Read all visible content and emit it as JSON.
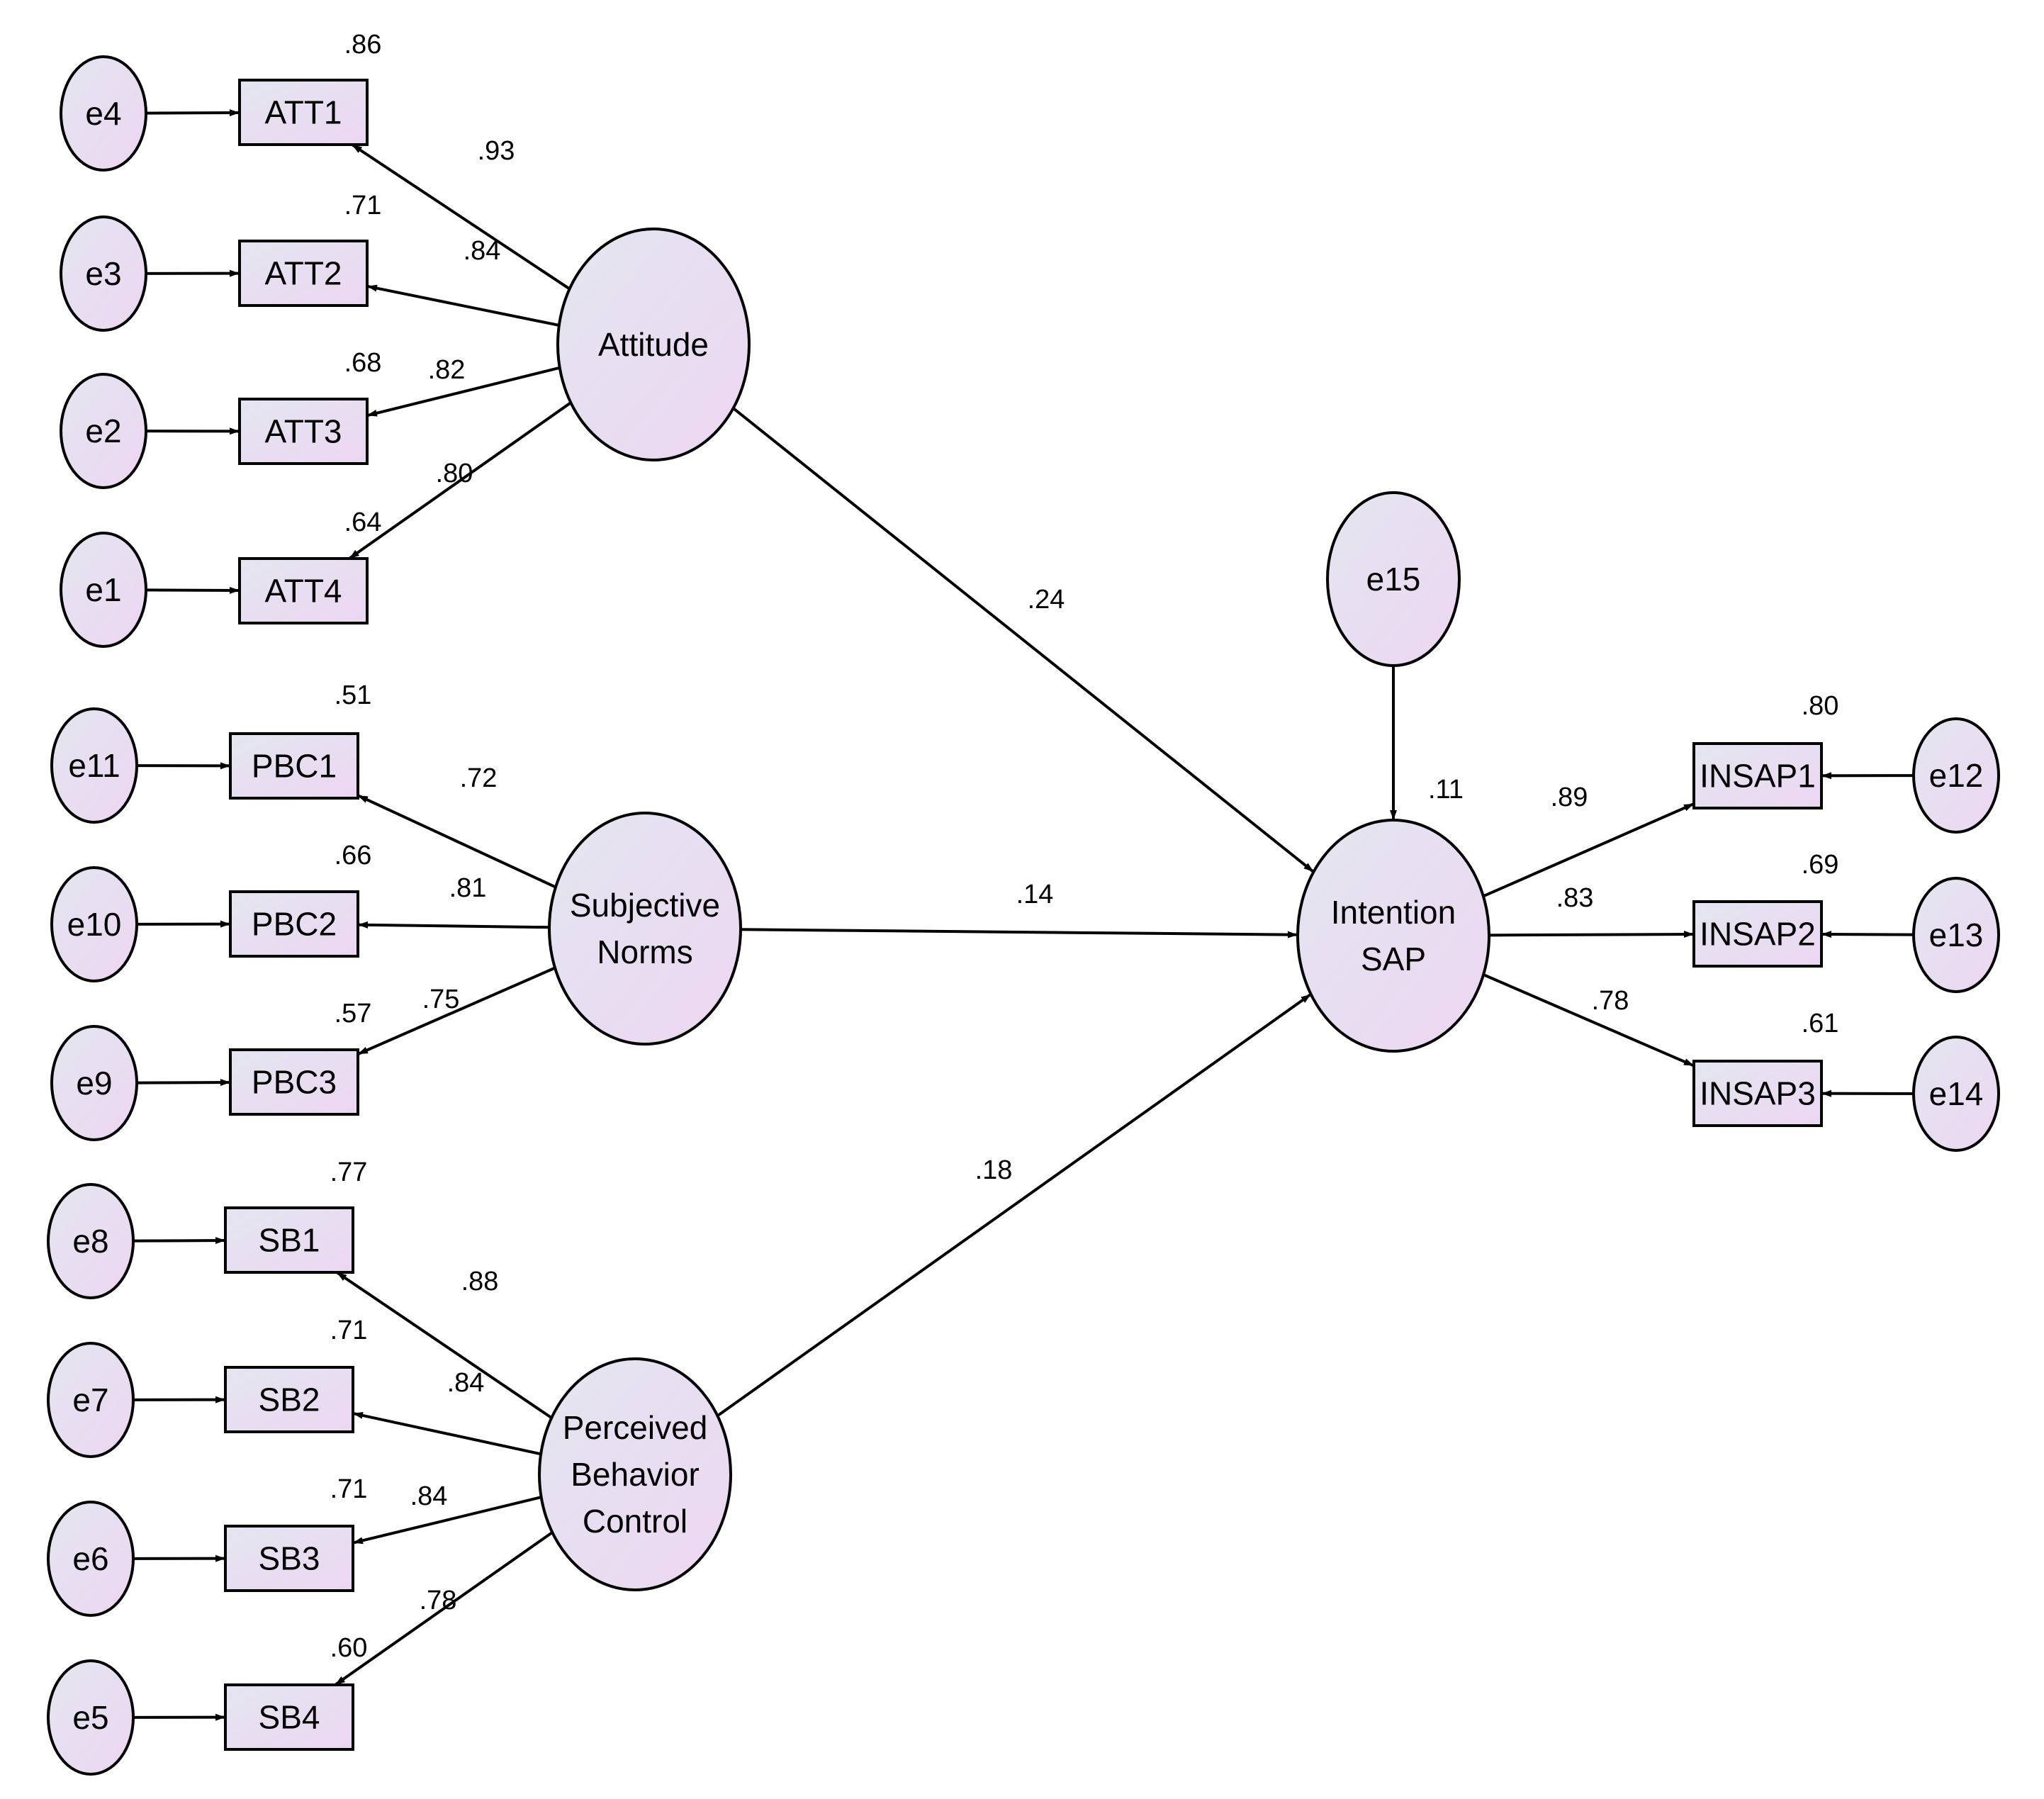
{
  "colors": {
    "fill_start": "#e3e6f0",
    "fill_end": "#edd6f2",
    "stroke": "#000000"
  },
  "latents": [
    {
      "id": "attitude",
      "lines": [
        "Attitude"
      ],
      "r2": ""
    },
    {
      "id": "subjective_norms",
      "lines": [
        "Subjective",
        "Norms"
      ],
      "r2": ""
    },
    {
      "id": "pbc",
      "lines": [
        "Perceived",
        "Behavior",
        "Control"
      ],
      "r2": ""
    },
    {
      "id": "intention_sap",
      "lines": [
        "Intention",
        "SAP"
      ],
      "r2": ".11"
    }
  ],
  "indicators": [
    {
      "id": "att1",
      "label": "ATT1",
      "r2": ".86"
    },
    {
      "id": "att2",
      "label": "ATT2",
      "r2": ".71"
    },
    {
      "id": "att3",
      "label": "ATT3",
      "r2": ".68"
    },
    {
      "id": "att4",
      "label": "ATT4",
      "r2": ".64"
    },
    {
      "id": "pbc1",
      "label": "PBC1",
      "r2": ".51"
    },
    {
      "id": "pbc2",
      "label": "PBC2",
      "r2": ".66"
    },
    {
      "id": "pbc3",
      "label": "PBC3",
      "r2": ".57"
    },
    {
      "id": "sb1",
      "label": "SB1",
      "r2": ".77"
    },
    {
      "id": "sb2",
      "label": "SB2",
      "r2": ".71"
    },
    {
      "id": "sb3",
      "label": "SB3",
      "r2": ".71"
    },
    {
      "id": "sb4",
      "label": "SB4",
      "r2": ".60"
    },
    {
      "id": "insap1",
      "label": "INSAP1",
      "r2": ".80"
    },
    {
      "id": "insap2",
      "label": "INSAP2",
      "r2": ".69"
    },
    {
      "id": "insap3",
      "label": "INSAP3",
      "r2": ".61"
    }
  ],
  "errors": [
    {
      "id": "e4",
      "label": "e4"
    },
    {
      "id": "e3",
      "label": "e3"
    },
    {
      "id": "e2",
      "label": "e2"
    },
    {
      "id": "e1",
      "label": "e1"
    },
    {
      "id": "e11",
      "label": "e11"
    },
    {
      "id": "e10",
      "label": "e10"
    },
    {
      "id": "e9",
      "label": "e9"
    },
    {
      "id": "e8",
      "label": "e8"
    },
    {
      "id": "e7",
      "label": "e7"
    },
    {
      "id": "e6",
      "label": "e6"
    },
    {
      "id": "e5",
      "label": "e5"
    },
    {
      "id": "e12",
      "label": "e12"
    },
    {
      "id": "e13",
      "label": "e13"
    },
    {
      "id": "e14",
      "label": "e14"
    },
    {
      "id": "e15",
      "label": "e15"
    }
  ],
  "paths": [
    {
      "from": "attitude",
      "to": "att1",
      "coef": ".93"
    },
    {
      "from": "attitude",
      "to": "att2",
      "coef": ".84"
    },
    {
      "from": "attitude",
      "to": "att3",
      "coef": ".82"
    },
    {
      "from": "attitude",
      "to": "att4",
      "coef": ".80"
    },
    {
      "from": "subjective_norms",
      "to": "pbc1",
      "coef": ".72"
    },
    {
      "from": "subjective_norms",
      "to": "pbc2",
      "coef": ".81"
    },
    {
      "from": "subjective_norms",
      "to": "pbc3",
      "coef": ".75"
    },
    {
      "from": "pbc",
      "to": "sb1",
      "coef": ".88"
    },
    {
      "from": "pbc",
      "to": "sb2",
      "coef": ".84"
    },
    {
      "from": "pbc",
      "to": "sb3",
      "coef": ".84"
    },
    {
      "from": "pbc",
      "to": "sb4",
      "coef": ".78"
    },
    {
      "from": "attitude",
      "to": "intention_sap",
      "coef": ".24"
    },
    {
      "from": "subjective_norms",
      "to": "intention_sap",
      "coef": ".14"
    },
    {
      "from": "pbc",
      "to": "intention_sap",
      "coef": ".18"
    },
    {
      "from": "intention_sap",
      "to": "insap1",
      "coef": ".89"
    },
    {
      "from": "intention_sap",
      "to": "insap2",
      "coef": ".83"
    },
    {
      "from": "intention_sap",
      "to": "insap3",
      "coef": ".78"
    },
    {
      "from": "e4",
      "to": "att1",
      "coef": ""
    },
    {
      "from": "e3",
      "to": "att2",
      "coef": ""
    },
    {
      "from": "e2",
      "to": "att3",
      "coef": ""
    },
    {
      "from": "e1",
      "to": "att4",
      "coef": ""
    },
    {
      "from": "e11",
      "to": "pbc1",
      "coef": ""
    },
    {
      "from": "e10",
      "to": "pbc2",
      "coef": ""
    },
    {
      "from": "e9",
      "to": "pbc3",
      "coef": ""
    },
    {
      "from": "e8",
      "to": "sb1",
      "coef": ""
    },
    {
      "from": "e7",
      "to": "sb2",
      "coef": ""
    },
    {
      "from": "e6",
      "to": "sb3",
      "coef": ""
    },
    {
      "from": "e5",
      "to": "sb4",
      "coef": ""
    },
    {
      "from": "e12",
      "to": "insap1",
      "coef": ""
    },
    {
      "from": "e13",
      "to": "insap2",
      "coef": ""
    },
    {
      "from": "e14",
      "to": "insap3",
      "coef": ""
    },
    {
      "from": "e15",
      "to": "intention_sap",
      "coef": ""
    }
  ]
}
